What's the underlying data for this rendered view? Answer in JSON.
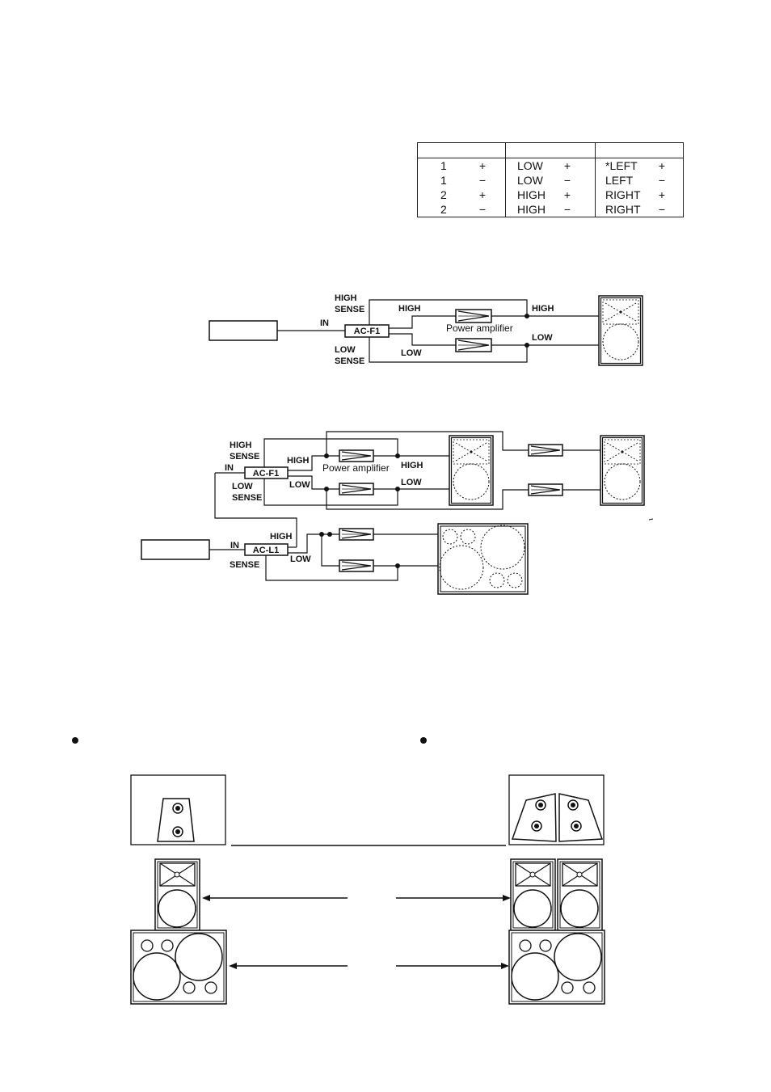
{
  "pin_table": {
    "rows": [
      {
        "pin": "1",
        "pin_pol": "+",
        "band": "LOW",
        "band_pol": "+",
        "channel": "*LEFT",
        "ch_pol": "+"
      },
      {
        "pin": "1",
        "pin_pol": "−",
        "band": "LOW",
        "band_pol": "−",
        "channel": "LEFT",
        "ch_pol": "−"
      },
      {
        "pin": "2",
        "pin_pol": "+",
        "band": "HIGH",
        "band_pol": "+",
        "channel": "RIGHT",
        "ch_pol": "+"
      },
      {
        "pin": "2",
        "pin_pol": "−",
        "band": "HIGH",
        "band_pol": "−",
        "channel": "RIGHT",
        "ch_pol": "−"
      }
    ]
  },
  "diagram1": {
    "high_sense": [
      "HIGH",
      "SENSE"
    ],
    "low_sense": [
      "LOW",
      "SENSE"
    ],
    "in": "IN",
    "controller": "AC-F1",
    "high_in": "HIGH",
    "low_in": "LOW",
    "amp": "Power amplifier",
    "high_out": "HIGH",
    "low_out": "LOW"
  },
  "diagram2": {
    "high_sense": [
      "HIGH",
      "SENSE"
    ],
    "low_sense": [
      "LOW",
      "SENSE"
    ],
    "in_f": "IN",
    "controller_f": "AC-F1",
    "high_in": "HIGH",
    "low_in": "LOW",
    "amp": "Power amplifier",
    "high_out": "HIGH",
    "low_out": "LOW",
    "in_l": "IN",
    "controller_l": "AC-L1",
    "sense_l": "SENSE",
    "high_l": "HIGH",
    "low_l": "LOW"
  }
}
